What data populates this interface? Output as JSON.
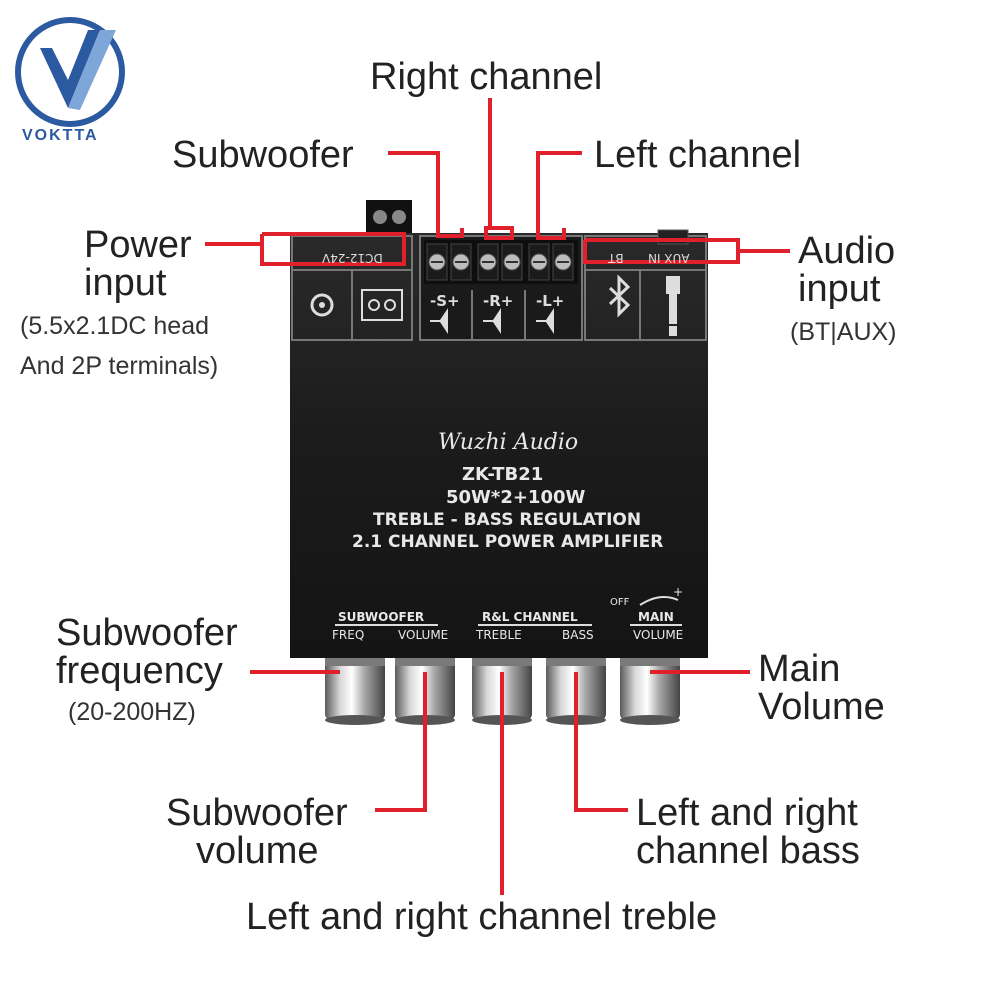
{
  "logo": {
    "brand": "VOKTTA",
    "color": "#2c5aa0"
  },
  "board": {
    "brand_script": "Wuzhi Audio",
    "model": "ZK-TB21",
    "power_spec": "50W*2+100W",
    "feature_1": "TREBLE - BASS REGULATION",
    "feature_2": "2.1 CHANNEL POWER AMPLIFIER",
    "dc_label": "DC12-24V",
    "aux_label": "AUX IN",
    "bt_led_label": "BT",
    "speaker_labels": [
      "-S+",
      "-R+",
      "-L+"
    ],
    "knob_groups": {
      "subwoofer": "SUBWOOFER",
      "rl_channel": "R&L CHANNEL",
      "main": "MAIN"
    },
    "knob_labels": [
      "FREQ",
      "VOLUME",
      "TREBLE",
      "BASS",
      "VOLUME"
    ],
    "off_label": "OFF",
    "plus_label": "+"
  },
  "callouts": {
    "right_channel": "Right channel",
    "subwoofer": "Subwoofer",
    "left_channel": "Left channel",
    "power_input_1": "Power",
    "power_input_2": "input",
    "power_note_1": "(5.5x2.1DC head",
    "power_note_2": "And 2P terminals)",
    "audio_input_1": "Audio",
    "audio_input_2": "input",
    "audio_note": "(BT|AUX)",
    "sub_freq_1": "Subwoofer",
    "sub_freq_2": "frequency",
    "sub_freq_note": "(20-200HZ)",
    "main_volume_1": "Main",
    "main_volume_2": "Volume",
    "sub_volume_1": "Subwoofer",
    "sub_volume_2": "volume",
    "lr_bass_1": "Left and right",
    "lr_bass_2": "channel bass",
    "lr_treble": "Left and right channel treble"
  },
  "colors": {
    "callout_line": "#e0202a",
    "board": "#1e1e1e",
    "board_text": "#e8e8e8"
  }
}
